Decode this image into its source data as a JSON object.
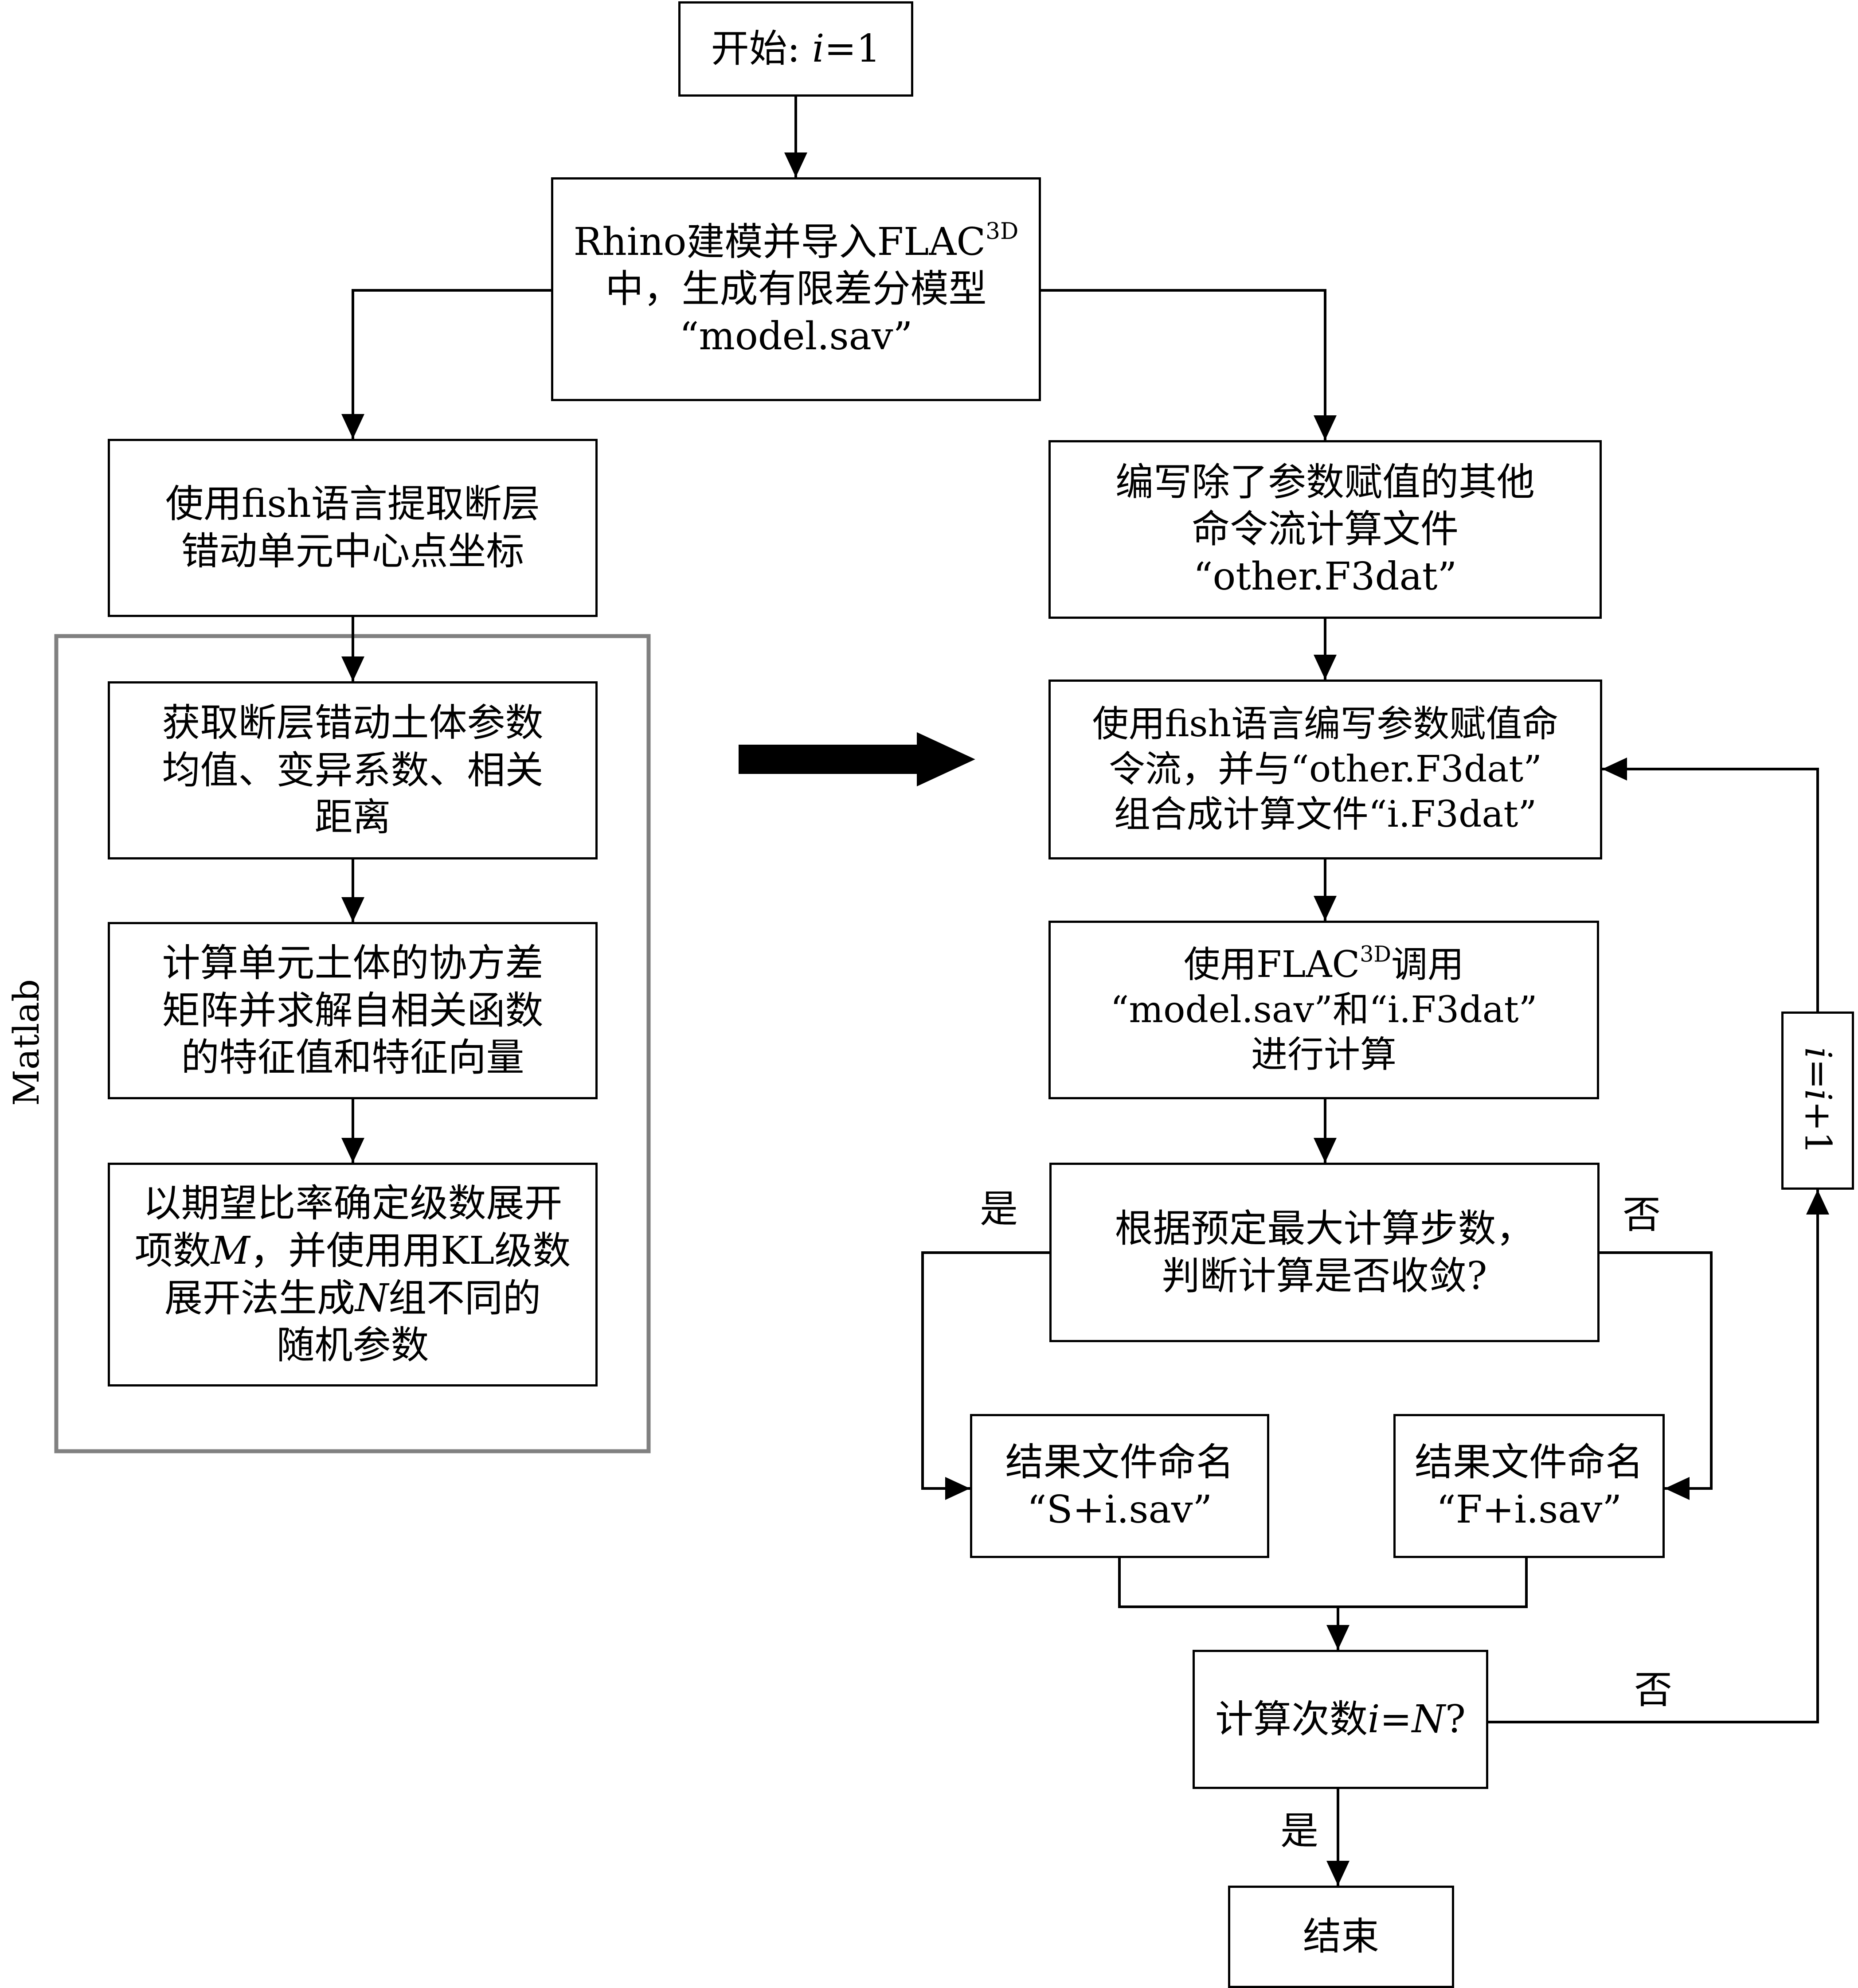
{
  "colors": {
    "line": "#000000",
    "matlab_frame": "#808080",
    "arrow_fill": "#000000"
  },
  "start": {
    "prefix": "开始: ",
    "var": "i",
    "suffix": "=1"
  },
  "rhino": {
    "line1_a": "Rhino建模并导入FLAC",
    "line1_sup": "3D",
    "line2": "中，生成有限差分模型",
    "line3": "“model.sav”"
  },
  "fish_extract": {
    "line1": "使用fish语言提取断层",
    "line2": "错动单元中心点坐标"
  },
  "matlab": {
    "label": "Matlab",
    "get_params": {
      "line1": "获取断层错动土体参数",
      "line2": "均值、变异系数、相关",
      "line3": "距离"
    },
    "covariance": {
      "line1": "计算单元土体的协方差",
      "line2": "矩阵并求解自相关函数",
      "line3": "的特征值和特征向量"
    },
    "kl": {
      "line1": "以期望比率确定级数展开",
      "line2_a": "项数",
      "line2_var": "M",
      "line2_b": "，并使用用KL级数",
      "line3_a": "展开法生成",
      "line3_var": "N",
      "line3_b": "组不同的",
      "line4": "随机参数"
    }
  },
  "other_cmd": {
    "line1": "编写除了参数赋值的其他",
    "line2": "命令流计算文件",
    "line3": "“other.F3dat”"
  },
  "fish_assign": {
    "line1": "使用fish语言编写参数赋值命",
    "line2": "令流，并与“other.F3dat”",
    "line3": "组合成计算文件“i.F3dat”"
  },
  "flac_run": {
    "line1_a": "使用FLAC",
    "line1_sup": "3D",
    "line1_b": "调用",
    "line2": "“model.sav”和“i.F3dat”",
    "line3": "进行计算"
  },
  "converge": {
    "line1": "根据预定最大计算步数，",
    "line2": "判断计算是否收敛?"
  },
  "result_s": {
    "line1": "结果文件命名",
    "line2": "“S+i.sav”"
  },
  "result_f": {
    "line1": "结果文件命名",
    "line2": "“F+i.sav”"
  },
  "count_check": {
    "prefix": "计算次数",
    "var_i": "i",
    "eq": "=",
    "var_n": "N",
    "suffix": "?"
  },
  "increment": {
    "var1": "i",
    "eq": "=",
    "var2": "i",
    "suffix": "+1"
  },
  "end": {
    "label": "结束"
  },
  "edge_labels": {
    "yes_converge": "是",
    "no_converge": "否",
    "no_count": "否",
    "yes_count": "是"
  }
}
